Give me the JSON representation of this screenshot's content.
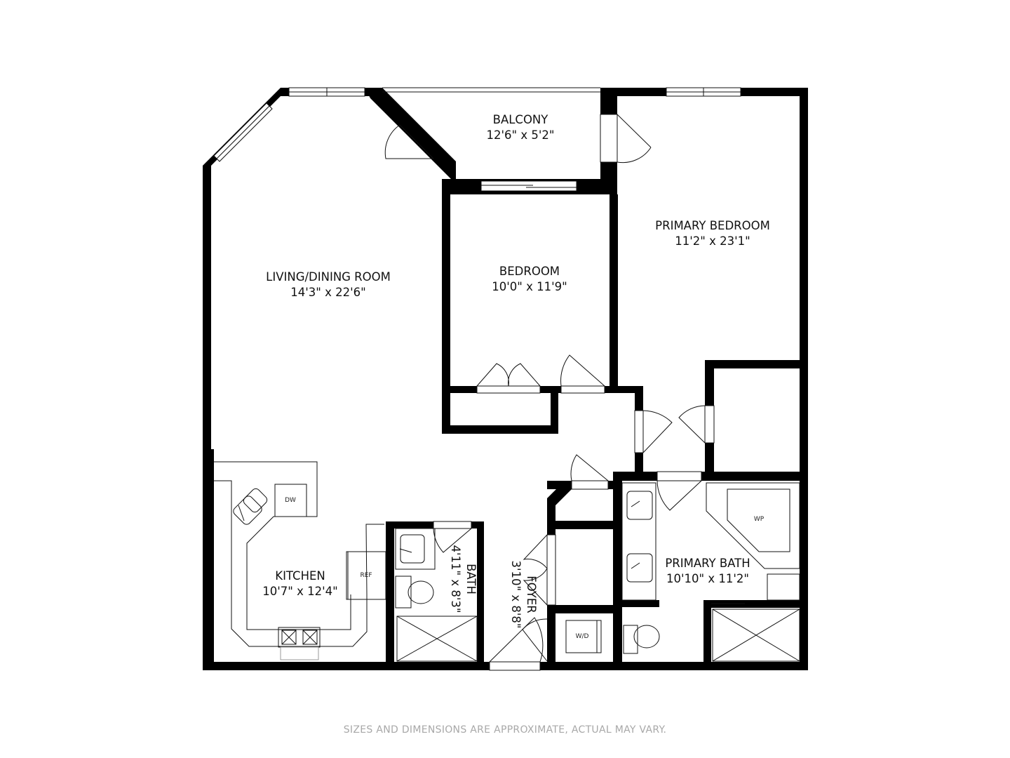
{
  "plan": {
    "rooms": [
      {
        "id": "balcony",
        "name": "BALCONY",
        "dims": "12'6\" x 5'2\""
      },
      {
        "id": "living",
        "name": "LIVING/DINING ROOM",
        "dims": "14'3\" x 22'6\""
      },
      {
        "id": "bedroom",
        "name": "BEDROOM",
        "dims": "10'0\" x 11'9\""
      },
      {
        "id": "primary_bedroom",
        "name": "PRIMARY BEDROOM",
        "dims": "11'2\" x 23'1\""
      },
      {
        "id": "kitchen",
        "name": "KITCHEN",
        "dims": "10'7\" x 12'4\""
      },
      {
        "id": "bath",
        "name": "BATH",
        "dims": "4'11\" x 8'3\""
      },
      {
        "id": "foyer",
        "name": "FOYER",
        "dims": "3'10\" x 8'8\""
      },
      {
        "id": "primary_bath",
        "name": "PRIMARY BATH",
        "dims": "10'10\" x 11'2\""
      }
    ],
    "appliances": {
      "dishwasher": "DW",
      "refrigerator": "REF",
      "washer_dryer": "W/D",
      "whirlpool": "WP"
    },
    "colors": {
      "wall": "#000000",
      "line": "#111111",
      "disclaimer": "#a8a8a8"
    }
  },
  "footer": {
    "disclaimer": "SIZES AND DIMENSIONS ARE APPROXIMATE, ACTUAL MAY VARY."
  }
}
